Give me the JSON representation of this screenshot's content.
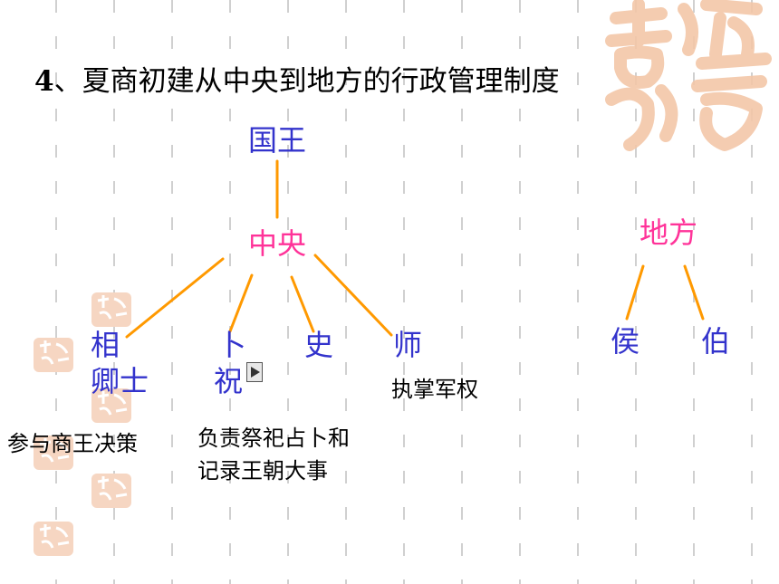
{
  "title": {
    "number": "4",
    "text": "、夏商初建从中央到地方的行政管理制度"
  },
  "nodes": {
    "king": "国王",
    "central": "中央",
    "local": "地方",
    "xiang": "相",
    "qingshi": "卿士",
    "bu": "卜",
    "zhu": "祝",
    "shi": "史",
    "shi2": "师",
    "hou": "侯",
    "bo": "伯"
  },
  "notes": {
    "xiang_duty": "参与商王决策",
    "buzhu_duty_line1": "负责祭祀占卜和",
    "buzhu_duty_line2": "记录王朝大事",
    "shi2_duty": "执掌军权"
  },
  "colors": {
    "node_blue": "#3333cc",
    "node_pink": "#ff3399",
    "connector": "#ff9900",
    "seal": "#f3c7a8"
  },
  "icons": [
    "seal-watermark-large",
    "seal-watermark-small",
    "play-icon"
  ]
}
